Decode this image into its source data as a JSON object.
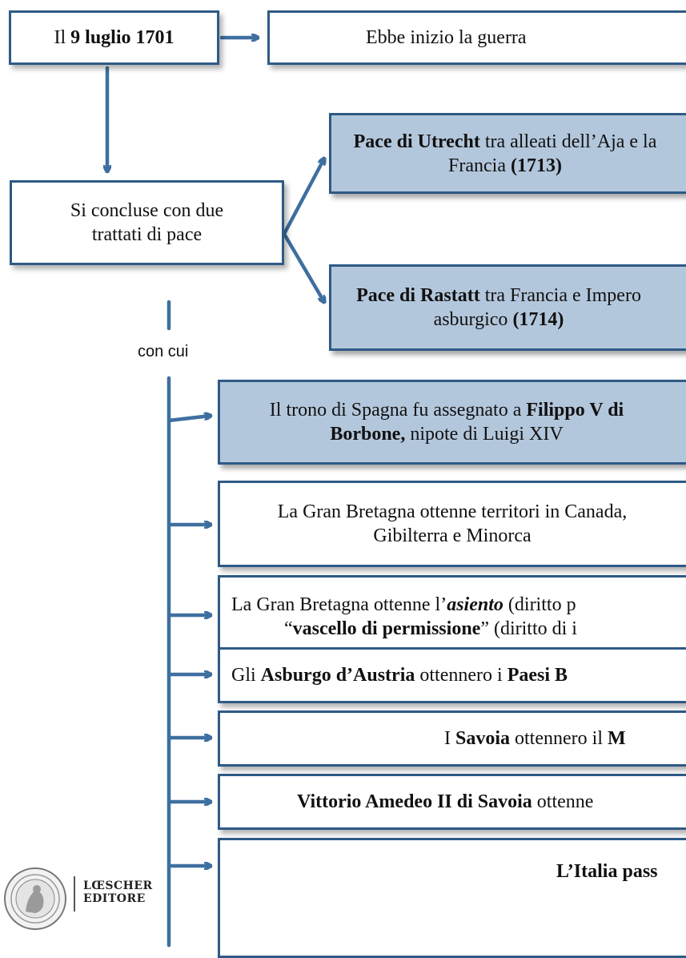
{
  "start": {
    "date_prefix": "Il ",
    "date_bold": "9 luglio 1701"
  },
  "war_start": {
    "text": "Ebbe inizio la guerra"
  },
  "conclusion": {
    "text": "Si concluse con due trattati di pace"
  },
  "utrecht": {
    "bold": "Pace di Utrecht",
    "text": " tra alleati dell’Aja e la Francia ",
    "year": "(1713)"
  },
  "rastatt": {
    "bold": "Pace di Rastatt",
    "text": " tra Francia e Impero asburgico ",
    "year": "(1714)"
  },
  "connector_label": "con cui",
  "outcomes": {
    "spain": {
      "t1": "Il trono di Spagna fu assegnato a ",
      "b1": "Filippo V di Borbone,",
      "t2": " nipote di Luigi XIV"
    },
    "britain_territories": {
      "text": "La Gran Bretagna ottenne territori in Canada, Gibilterra e Minorca"
    },
    "asiento": {
      "t1": "La Gran Bretagna ottenne l’",
      "bi1": "asiento",
      "t2": " (diritto p",
      "q1": "“",
      "b2": "vascello di permissione",
      "q2": "”",
      "t3": " (diritto di i"
    },
    "austria": {
      "t1": "Gli ",
      "b1": "Asburgo d’Austria",
      "t2": " ottennero i ",
      "b2": "Paesi B"
    },
    "savoia": {
      "t1": "I ",
      "b1": "Savoia",
      "t2": " ottennero il ",
      "b2": "M"
    },
    "vittorio": {
      "b1": "Vittorio Amedeo II di Savoia",
      "t1": " ottenne"
    },
    "italia": {
      "b1": "L’Italia pass"
    }
  },
  "logo": {
    "line1": "LŒSCHER",
    "line2": "EDITORE"
  },
  "colors": {
    "box_fill": "#b3c7dc",
    "border": "#2e5a86",
    "arrow": "#3e6fa0"
  }
}
